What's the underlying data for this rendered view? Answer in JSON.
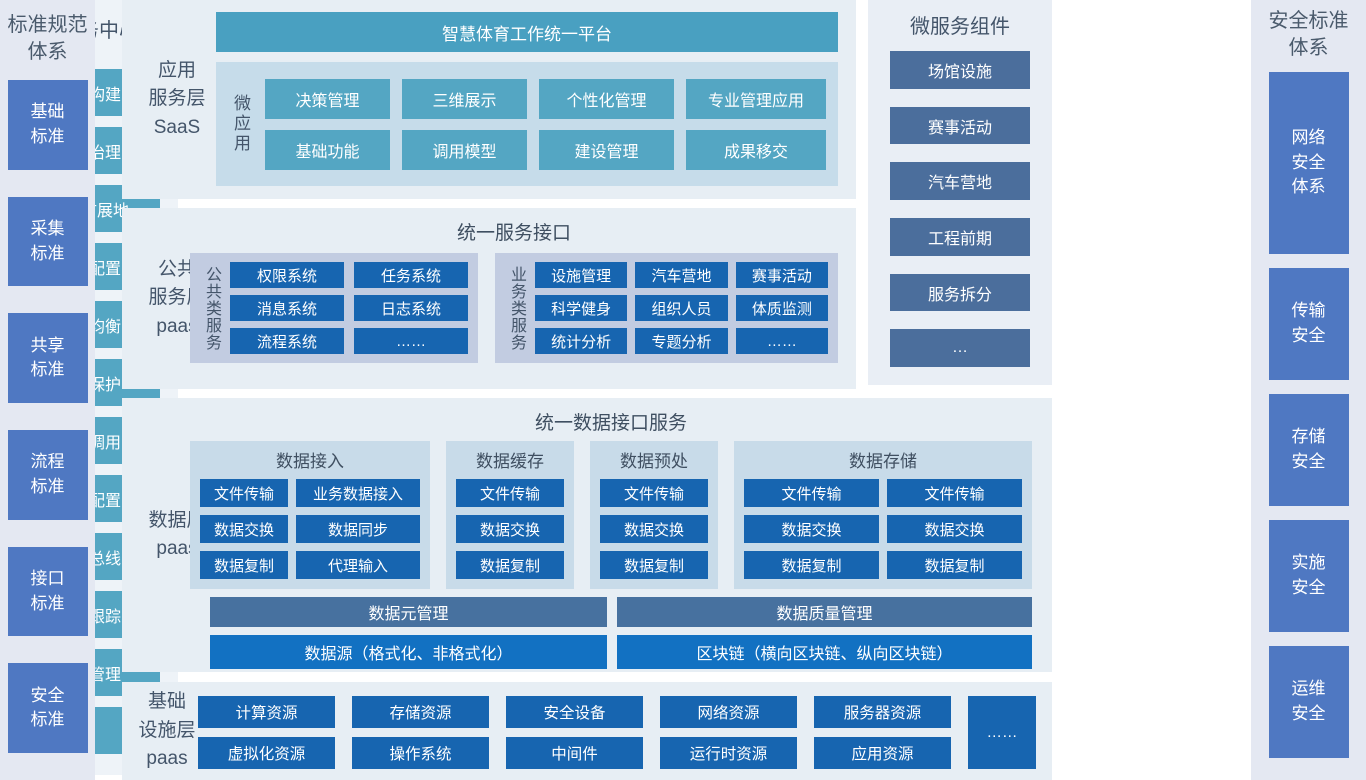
{
  "colors": {
    "side_button_blue": "#4f78c2",
    "teal_header": "#49a0c1",
    "teal_button": "#54a6c3",
    "dark_blue_button": "#1765b0",
    "slate_button": "#4b6e9c",
    "slate_bar": "#47719f",
    "bright_blue_bar": "#1271c2",
    "panel_background": "#e7eef4",
    "side_column_background": "#e4e8f2",
    "saas_inner_background": "#c6dcea",
    "service_group_background": "#c2cce1",
    "data_group_background": "#c8dbe9"
  },
  "left_column": {
    "title": [
      "标准规范",
      "体系"
    ],
    "items": [
      [
        "基础",
        "标准"
      ],
      [
        "采集",
        "标准"
      ],
      [
        "共享",
        "标准"
      ],
      [
        "流程",
        "标准"
      ],
      [
        "接口",
        "标准"
      ],
      [
        "安全",
        "标准"
      ]
    ]
  },
  "saas": {
    "label": [
      "应用",
      "服务层",
      "SaaS"
    ],
    "header": "智慧体育工作统一平台",
    "micro_label": "微应用",
    "apps": [
      "决策管理",
      "三维展示",
      "个性化管理",
      "专业管理应用",
      "基础功能",
      "调用模型",
      "建设管理",
      "成果移交"
    ]
  },
  "public_service": {
    "label": [
      "公共",
      "服务层",
      "paas"
    ],
    "title": "统一服务接口",
    "groups": [
      {
        "label": "公共类服务",
        "items": [
          "权限系统",
          "任务系统",
          "消息系统",
          "日志系统",
          "流程系统",
          "……"
        ]
      },
      {
        "label": "业务类服务",
        "items": [
          "设施管理",
          "汽车营地",
          "赛事活动",
          "科学健身",
          "组织人员",
          "体质监测",
          "统计分析",
          "专题分析",
          "……"
        ]
      }
    ]
  },
  "data_layer": {
    "label": [
      "数据层",
      "paas"
    ],
    "title": "统一数据接口服务",
    "groups": [
      {
        "title": "数据接入",
        "items": [
          "文件传输",
          "业务数据接入",
          "数据交换",
          "数据同步",
          "数据复制",
          "代理输入"
        ]
      },
      {
        "title": "数据缓存",
        "items": [
          "文件传输",
          "数据交换",
          "数据复制"
        ]
      },
      {
        "title": "数据预处",
        "items": [
          "文件传输",
          "数据交换",
          "数据复制"
        ]
      },
      {
        "title": "数据存储",
        "items": [
          "文件传输",
          "文件传输",
          "数据交换",
          "数据交换",
          "数据复制",
          "数据复制"
        ]
      }
    ],
    "manage_bars": [
      "数据元管理",
      "数据质量管理"
    ],
    "source_bars": [
      "数据源（格式化、非格式化）",
      "区块链（横向区块链、纵向区块链）"
    ]
  },
  "infrastructure": {
    "label": [
      "基础",
      "设施层",
      "paas"
    ],
    "row1": [
      "计算资源",
      "存储资源",
      "安全设备",
      "网络资源",
      "服务器资源"
    ],
    "row2": [
      "虚拟化资源",
      "操作系统",
      "中间件",
      "运行时资源",
      "应用资源"
    ],
    "more": "……"
  },
  "microservices": {
    "title": "微服务组件",
    "items": [
      "场馆设施",
      "赛事活动",
      "汽车营地",
      "工程前期",
      "服务拆分",
      "…"
    ]
  },
  "cloud_center": {
    "title": "云服务中心",
    "items": [
      "服务构建",
      "服务治理",
      "弹性扩展地",
      "统一配置",
      "负载均衡",
      "容错保护",
      "服务调用",
      "网关配置",
      "消息总线",
      "服务跟踪",
      "事物管理",
      "…"
    ]
  },
  "security_column": {
    "title": [
      "安全标准",
      "体系"
    ],
    "items": [
      [
        "网络",
        "安全",
        "体系"
      ],
      [
        "传输",
        "安全"
      ],
      [
        "存储",
        "安全"
      ],
      [
        "实施",
        "安全"
      ],
      [
        "运维",
        "安全"
      ]
    ]
  }
}
